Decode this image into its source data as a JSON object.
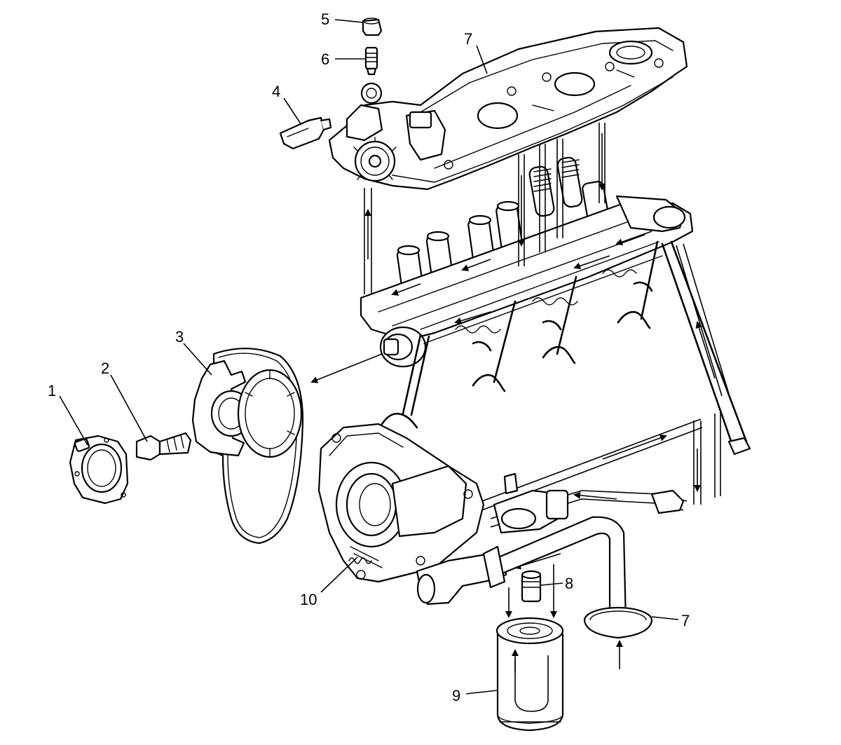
{
  "callouts": [
    {
      "id": "c1",
      "label": "1"
    },
    {
      "id": "c2",
      "label": "2"
    },
    {
      "id": "c3",
      "label": "3"
    },
    {
      "id": "c4",
      "label": "4"
    },
    {
      "id": "c5",
      "label": "5"
    },
    {
      "id": "c6",
      "label": "6"
    },
    {
      "id": "c7a",
      "label": "7"
    },
    {
      "id": "c7b",
      "label": "7"
    },
    {
      "id": "c8",
      "label": "8"
    },
    {
      "id": "c9",
      "label": "9"
    },
    {
      "id": "c10",
      "label": "10"
    }
  ]
}
